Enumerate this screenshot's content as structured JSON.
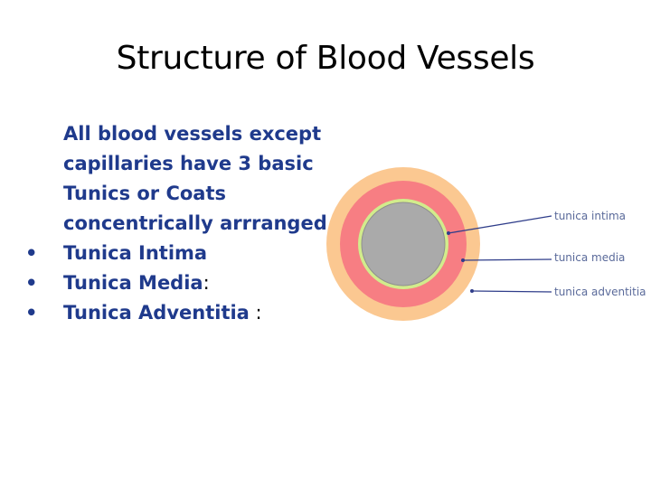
{
  "slide": {
    "title": "Structure of Blood Vessels",
    "intro_lines": [
      "All blood vessels except",
      "capillaries have 3 basic",
      "Tunics or Coats",
      "concentrically arrranged"
    ],
    "bullets": [
      {
        "label": "Tunica Intima",
        "suffix": ""
      },
      {
        "label": "Tunica Media",
        "suffix": ":"
      },
      {
        "label": "Tunica Adventitia",
        "suffix": " :"
      }
    ]
  },
  "diagram": {
    "labels": {
      "intima": "tunica intima",
      "media": "tunica media",
      "adventitia": "tunica adventitia"
    },
    "colors": {
      "adventitia": "#fbc891",
      "media": "#f77e83",
      "intima_ring": "#d2ec8c",
      "lumen": "#aaaaaa",
      "pointer": "#2f3d8a"
    }
  }
}
